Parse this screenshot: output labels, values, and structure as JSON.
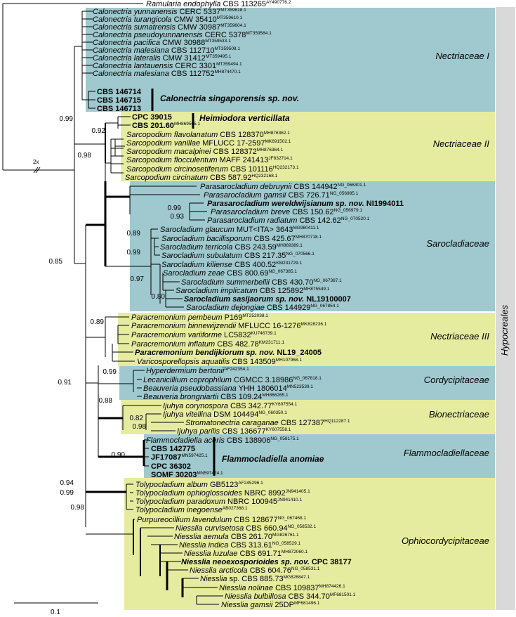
{
  "colors": {
    "blue_box": "#9fc9ce",
    "yellow_box": "#e6ec9f",
    "order_bar": "#d9d9d9",
    "line": "#000000"
  },
  "order_label": "Hypocreales",
  "scale_label": "0.1",
  "long_branch_label": "2x",
  "families": [
    {
      "label": "Nectriaceae I",
      "color": "blue"
    },
    {
      "label": "Nectriaceae II",
      "color": "yellow"
    },
    {
      "label": "Sarocladiaceae",
      "color": "blue"
    },
    {
      "label": "Nectriaceae III",
      "color": "yellow"
    },
    {
      "label": "Cordycipitaceae",
      "color": "blue"
    },
    {
      "label": "Bionectriaceae",
      "color": "yellow"
    },
    {
      "label": "Flammocladiellaceae",
      "color": "blue"
    },
    {
      "label": "Ophiocordycipitaceae",
      "color": "yellow"
    }
  ],
  "novel_labels": [
    "Calonectria singaporensis sp. nov.",
    "Heimiodora verticillata",
    "Flammocladiella anomiae"
  ],
  "support_values": [
    "0.99",
    "0.92",
    "0.98",
    "0.99",
    "0.93",
    "0.89",
    "0.99",
    "0.97",
    "0.80",
    "0.85",
    "0.89",
    "0.99",
    "0.91",
    "0.88",
    "0.82",
    "0.98",
    "0.90",
    "0.94",
    "0.99",
    "0.98"
  ],
  "taxa": [
    {
      "sp": "Ramularia endophylla",
      "rest": " CBS 113265",
      "acc": "AY490776.2"
    },
    {
      "sp": "Calonectria yunnanensis",
      "rest": " CERC 5337",
      "acc": "MT359618.1"
    },
    {
      "sp": "Calonectria turangicola",
      "rest": " CMW 35410",
      "acc": "MT359610.1"
    },
    {
      "sp": "Calonectria sumatrensis",
      "rest": " CMW 30987",
      "acc": "MT359604.1"
    },
    {
      "sp": "Calonectria pseudoyunnanensis",
      "rest": " CERC 5378",
      "acc": "MT359584.1"
    },
    {
      "sp": "Calonectria pacifica",
      "rest": " CMW 30988",
      "acc": "MT359533.1"
    },
    {
      "sp": "Calonectria malesiana",
      "rest": " CBS 112710",
      "acc": "MT359508.1"
    },
    {
      "sp": "Calonectria lateralis",
      "rest": " CMW 31412",
      "acc": "MT359495.1"
    },
    {
      "sp": "Calonectria lantauensis",
      "rest": " CERC 3301",
      "acc": "MT359494.1"
    },
    {
      "sp": "Calonectria malesiana",
      "rest": " CBS 112752",
      "acc": "MH874470.1"
    },
    {
      "sp": "",
      "rest": "CBS 146714",
      "acc": "",
      "bold": true
    },
    {
      "sp": "",
      "rest": "CBS 146715",
      "acc": "",
      "bold": true
    },
    {
      "sp": "",
      "rest": "CBS 146713",
      "acc": "",
      "bold": true
    },
    {
      "sp": "",
      "rest": "CPC 39015",
      "acc": "",
      "bold": true
    },
    {
      "sp": "",
      "rest": "CBS 201.60",
      "acc": "MH869505.1",
      "bold": true
    },
    {
      "sp": "Sarcopodium flavolanatum",
      "rest": " CBS 128370",
      "acc": "MH876362.1"
    },
    {
      "sp": "Sarcopodium vanillae",
      "rest": " MFLUCC 17-2597",
      "acc": "MK691502.1"
    },
    {
      "sp": "Sarcopodium macalpinei",
      "rest": " CBS 128372",
      "acc": "MH876364.1"
    },
    {
      "sp": "Sarcopodium flocculentum",
      "rest": " MAFF 241413",
      "acc": "JF832714.1"
    },
    {
      "sp": "Sarcopodium circinosetiferum",
      "rest": " CBS 101116",
      "acc": "HQ232173.1"
    },
    {
      "sp": "Sarcopodium circinatum",
      "rest": " CBS 587.92",
      "acc": "HQ232168.1"
    },
    {
      "sp": "Parasarocladium debruynii",
      "rest": " CBS 144942",
      "acc": "NG_066301.1"
    },
    {
      "sp": "Parasarocladium gamsii",
      "rest": " CBS 726.71",
      "acc": "NG_056985.1"
    },
    {
      "sp": "Parasarocladium wereldwijsianum sp. nov.",
      "rest": " NI1994011",
      "acc": "",
      "bold": true
    },
    {
      "sp": "Parasarocladium breve",
      "rest": " CBS 150.62",
      "acc": "NG_056979.1"
    },
    {
      "sp": "Parasarocladium radiatum",
      "rest": " CBS 142.62",
      "acc": "NG_070520.1"
    },
    {
      "sp": "Sarocladium glaucum",
      "rest": " MUT<ITA> 3643",
      "acc": "MG980411.1"
    },
    {
      "sp": "Sarocladium bacillisporum",
      "rest": " CBS 425.67",
      "acc": "MH870718.1"
    },
    {
      "sp": "Sarocladium terricola",
      "rest": " CBS 243.59",
      "acc": "MH869389.1"
    },
    {
      "sp": "Sarocladium subulatum",
      "rest": " CBS 217.35",
      "acc": "NG_070566.1"
    },
    {
      "sp": "Sarocladium kiliense",
      "rest": " CBS 400.52",
      "acc": "KM231729.1"
    },
    {
      "sp": "Sarocladium zeae",
      "rest": " CBS 800.69",
      "acc": "NG_067385.1"
    },
    {
      "sp": "Sarocladium summerbellii",
      "rest": " CBS 430.70",
      "acc": "NG_067387.1"
    },
    {
      "sp": "Sarocladium implicatum",
      "rest": " CBS 125892",
      "acc": "MH875549.1"
    },
    {
      "sp": "Sarocladium sasijaorum sp. nov.",
      "rest": " NL19100007",
      "acc": "",
      "bold": true
    },
    {
      "sp": "Sarocladium dejongiae",
      "rest": " CBS 144929",
      "acc": "NG_067854.1"
    },
    {
      "sp": "Paracremonium pembeum",
      "rest": " P169",
      "acc": "MT252038.1"
    },
    {
      "sp": "Paracremonium binnewijzendii",
      "rest": " MFLUCC 16-1276",
      "acc": "MK828236.1"
    },
    {
      "sp": "Paracremonium variiforme",
      "rest": " LC5832",
      "acc": "KU746739.1"
    },
    {
      "sp": "Paracremonium inflatum",
      "rest": " CBS 482.78",
      "acc": "KM231711.1"
    },
    {
      "sp": "Paracremonium bendijkiorum sp. nov.",
      "rest": " NL19_24005",
      "acc": "",
      "bold": true
    },
    {
      "sp": "Varicosporellopsis aquatilis",
      "rest": " CBS 143509",
      "acc": "MH107968.1"
    },
    {
      "sp": "Hyperdermium bertonii",
      "rest": "",
      "acc": "AF242354.1"
    },
    {
      "sp": "Lecanicillium coprophilum",
      "rest": " CGMCC 3.18986",
      "acc": "NG_067818.1"
    },
    {
      "sp": "Beauveria pseudobassiana",
      "rest": " YHH 1806014",
      "acc": "MN523539.1"
    },
    {
      "sp": "Beauveria brongniartii",
      "rest": " CBS 109.24",
      "acc": "MH866265.1"
    },
    {
      "sp": "Ijuhya corynospora",
      "rest": " CBS 342.77",
      "acc": "KY607554.1"
    },
    {
      "sp": "Ijuhya vitellina",
      "rest": " DSM 104494",
      "acc": "NG_060350.1"
    },
    {
      "sp": "Stromatonectria caraganae",
      "rest": " CBS 127387",
      "acc": "HQ112287.1"
    },
    {
      "sp": "Ijuhya parilis",
      "rest": " CBS 136677",
      "acc": "KY607558.1"
    },
    {
      "sp": "Flammocladiella aceris",
      "rest": " CBS 138906",
      "acc": "NG_058175.1"
    },
    {
      "sp": "",
      "rest": "CBS 142775",
      "acc": "",
      "bold": true,
      "big": true
    },
    {
      "sp": "",
      "rest": "JF17087",
      "acc": "MN597425.1",
      "bold": true,
      "big": true
    },
    {
      "sp": "",
      "rest": "CPC 36302",
      "acc": "",
      "bold": true,
      "big": true
    },
    {
      "sp": "",
      "rest": "SOMF 30203",
      "acc": "MN597424.1",
      "bold": true,
      "big": true
    },
    {
      "sp": "Tolypocladium album",
      "rest": " GB5123",
      "acc": "AF245296.1"
    },
    {
      "sp": "Tolypocladium ophioglossoides",
      "rest": " NBRC 8992",
      "acc": "JN941405.1"
    },
    {
      "sp": "Tolypocladium paradoxum",
      "rest": " NBRC 100945",
      "acc": "JN941410.1"
    },
    {
      "sp": "Tolypocladium inegoense",
      "rest": "",
      "acc": "AB027368.1"
    },
    {
      "sp": "Purpureocillium lavendulum",
      "rest": " CBS 128677",
      "acc": "NG_067468.1"
    },
    {
      "sp": "Niesslia curvisetosa",
      "rest": " CBS 660.94",
      "acc": "NG_058532.1"
    },
    {
      "sp": "Niesslia aemula",
      "rest": " CBS 261.70",
      "acc": "MG826761.1"
    },
    {
      "sp": "Niesslia indica",
      "rest": " CBS 313.61",
      "acc": "NG_058529.1"
    },
    {
      "sp": "Niesslia luzulae",
      "rest": " CBS 691.71",
      "acc": "MH872060.1"
    },
    {
      "sp": "Niesslia neoexosporioides sp. nov.",
      "rest": " CPC 38177",
      "acc": "",
      "bold": true
    },
    {
      "sp": "Niesslia arcticola",
      "rest": " CBS 604.76",
      "acc": "NG_058531.1"
    },
    {
      "sp": "Niesslia",
      "rest": " sp. CBS 885.73",
      "acc": "MG826847.1"
    },
    {
      "sp": "Niesslia nolinae",
      "rest": " CBS 109837",
      "acc": "MH874426.1"
    },
    {
      "sp": "Niesslia bulbillosa",
      "rest": " CBS 344.70",
      "acc": "MF681501.1"
    },
    {
      "sp": "Niesslia gamsii",
      "rest": " 25DP",
      "acc": "MF681496.1"
    }
  ]
}
